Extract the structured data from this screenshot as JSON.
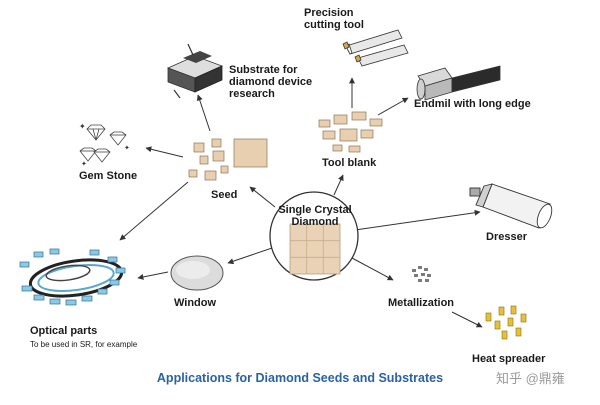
{
  "diagram": {
    "center_label": [
      "Single Crystal",
      "Diamond"
    ],
    "labels": {
      "precision_tool": [
        "Precision",
        "cutting tool"
      ],
      "substrate_research": [
        "Substrate for",
        "diamond device",
        "research"
      ],
      "endmill": "Endmil with long edge",
      "tool_blank": "Tool blank",
      "gem_stone": "Gem Stone",
      "seed": "Seed",
      "dresser": "Dresser",
      "window": "Window",
      "metallization": "Metallization",
      "optical_parts": "Optical parts",
      "optical_note": "To be used in SR, for example",
      "heat_spreader": "Heat spreader"
    },
    "caption": "Applications for Diamond Seeds and Substrates",
    "watermark": "知乎 @鼎雍"
  }
}
